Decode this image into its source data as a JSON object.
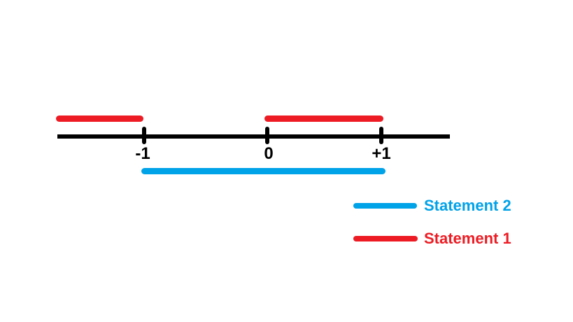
{
  "colors": {
    "red": "#ED1C24",
    "blue": "#00A2E8",
    "axis": "#000000",
    "background": "#FFFFFF"
  },
  "number_line": {
    "ticks": [
      {
        "label": "-1"
      },
      {
        "label": "0"
      },
      {
        "label": "+1"
      }
    ]
  },
  "legend": {
    "items": [
      {
        "label": "Statement 2",
        "color": "#00A2E8"
      },
      {
        "label": "Statement 1",
        "color": "#ED1C24"
      }
    ]
  },
  "chart_data": {
    "type": "number-line-intervals",
    "axis_tick_labels": [
      "-1",
      "0",
      "+1"
    ],
    "axis_tick_values": [
      -1,
      0,
      1
    ],
    "series": [
      {
        "name": "Statement 1",
        "color": "#ED1C24",
        "position": "above-axis",
        "intervals": [
          [
            -1.7,
            -1
          ],
          [
            0,
            1
          ]
        ]
      },
      {
        "name": "Statement 2",
        "color": "#00A2E8",
        "position": "below-axis",
        "intervals": [
          [
            -1,
            1
          ]
        ]
      }
    ],
    "legend_position": "bottom-right",
    "grid": false
  }
}
